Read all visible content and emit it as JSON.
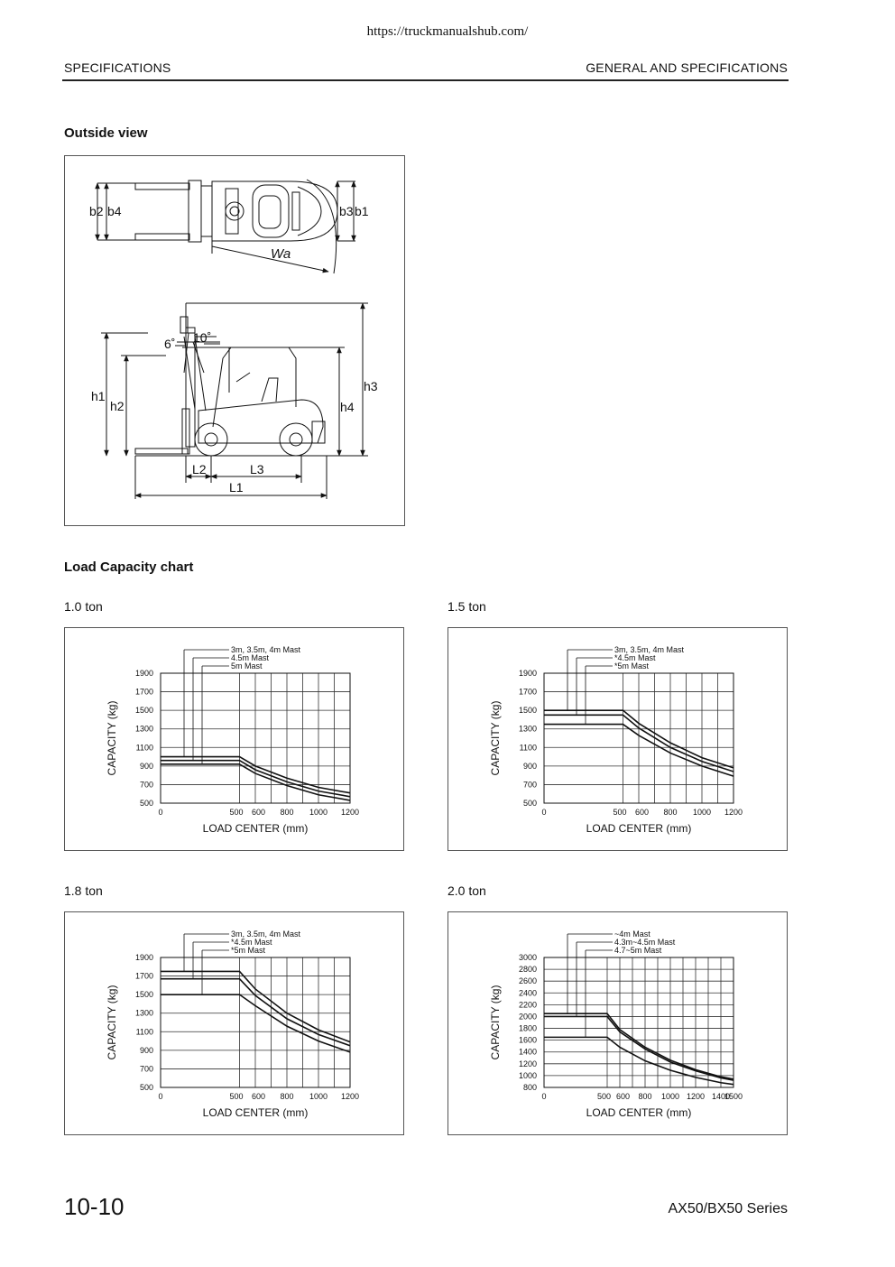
{
  "page": {
    "url": "https://truckmanualshub.com/",
    "header_left": "SPECIFICATIONS",
    "header_right": "GENERAL AND SPECIFICATIONS",
    "footer_page": "10-10",
    "footer_series": "AX50/BX50 Series"
  },
  "outside_view": {
    "title": "Outside view",
    "labels": {
      "b2": "b2",
      "b4": "b4",
      "b3": "b3",
      "b1": "b1",
      "wa": "Wa",
      "angle_front": "6˚",
      "angle_rear": "10˚",
      "h1": "h1",
      "h2": "h2",
      "h3": "h3",
      "h4": "h4",
      "L1": "L1",
      "L2": "L2",
      "L3": "L3"
    }
  },
  "load_capacity": {
    "title": "Load Capacity chart"
  },
  "colors": {
    "ink": "#111111",
    "grid": "#333333",
    "frame": "#555555"
  },
  "chart_data": [
    {
      "type": "line",
      "title": "1.0 ton",
      "xlabel": "LOAD CENTER (mm)",
      "ylabel": "CAPACITY (kg)",
      "xlim": [
        0,
        1200
      ],
      "ylim": [
        500,
        1900
      ],
      "x_ticks": [
        "0",
        "500",
        "600",
        "800",
        "1000",
        "1200"
      ],
      "y_ticks": [
        "1900",
        "1700",
        "1500",
        "1300",
        "1100",
        "900",
        "700",
        "500"
      ],
      "series": [
        {
          "name": "3m, 3.5m, 4m Mast",
          "x": [
            0,
            500,
            600,
            800,
            1000,
            1200
          ],
          "y": [
            1000,
            1000,
            900,
            770,
            670,
            610
          ]
        },
        {
          "name": "4.5m Mast",
          "x": [
            0,
            500,
            600,
            800,
            1000,
            1200
          ],
          "y": [
            960,
            960,
            860,
            730,
            630,
            570
          ]
        },
        {
          "name": "5m Mast",
          "x": [
            0,
            500,
            600,
            800,
            1000,
            1200
          ],
          "y": [
            920,
            920,
            820,
            690,
            590,
            530
          ]
        }
      ]
    },
    {
      "type": "line",
      "title": "1.5 ton",
      "xlabel": "LOAD CENTER (mm)",
      "ylabel": "CAPACITY (kg)",
      "xlim": [
        0,
        1200
      ],
      "ylim": [
        500,
        1900
      ],
      "x_ticks": [
        "0",
        "500",
        "600",
        "800",
        "1000",
        "1200"
      ],
      "y_ticks": [
        "1900",
        "1700",
        "1500",
        "1300",
        "1100",
        "900",
        "700",
        "500"
      ],
      "series": [
        {
          "name": "3m, 3.5m, 4m Mast",
          "x": [
            0,
            500,
            600,
            800,
            1000,
            1200
          ],
          "y": [
            1500,
            1500,
            1360,
            1150,
            990,
            880
          ]
        },
        {
          "name": "*4.5m Mast",
          "x": [
            0,
            500,
            600,
            800,
            1000,
            1200
          ],
          "y": [
            1450,
            1450,
            1310,
            1100,
            950,
            840
          ]
        },
        {
          "name": "*5m Mast",
          "x": [
            0,
            500,
            600,
            800,
            1000,
            1200
          ],
          "y": [
            1350,
            1350,
            1230,
            1040,
            900,
            790
          ]
        }
      ]
    },
    {
      "type": "line",
      "title": "1.8 ton",
      "xlabel": "LOAD CENTER (mm)",
      "ylabel": "CAPACITY (kg)",
      "xlim": [
        0,
        1200
      ],
      "ylim": [
        500,
        1900
      ],
      "x_ticks": [
        "0",
        "500",
        "600",
        "800",
        "1000",
        "1200"
      ],
      "y_ticks": [
        "1900",
        "1700",
        "1500",
        "1300",
        "1100",
        "900",
        "700",
        "500"
      ],
      "series": [
        {
          "name": "3m, 3.5m, 4m Mast",
          "x": [
            0,
            500,
            600,
            800,
            1000,
            1200
          ],
          "y": [
            1750,
            1750,
            1560,
            1300,
            1120,
            990
          ]
        },
        {
          "name": "*4.5m Mast",
          "x": [
            0,
            500,
            600,
            800,
            1000,
            1200
          ],
          "y": [
            1670,
            1670,
            1490,
            1240,
            1070,
            950
          ]
        },
        {
          "name": "*5m Mast",
          "x": [
            0,
            500,
            600,
            800,
            1000,
            1200
          ],
          "y": [
            1500,
            1500,
            1380,
            1160,
            1000,
            880
          ]
        }
      ]
    },
    {
      "type": "line",
      "title": "2.0 ton",
      "xlabel": "LOAD CENTER (mm)",
      "ylabel": "CAPACITY (kg)",
      "xlim": [
        0,
        1500
      ],
      "ylim": [
        800,
        3000
      ],
      "x_ticks": [
        "0",
        "500",
        "600",
        "800",
        "1000",
        "1200",
        "1400",
        "1500"
      ],
      "y_ticks": [
        "3000",
        "2800",
        "2600",
        "2400",
        "2200",
        "2000",
        "1800",
        "1600",
        "1400",
        "1200",
        "1000",
        "800"
      ],
      "series": [
        {
          "name": "~4m Mast",
          "x": [
            0,
            500,
            600,
            800,
            1000,
            1200,
            1400,
            1500
          ],
          "y": [
            2050,
            2050,
            1780,
            1480,
            1260,
            1100,
            980,
            940
          ]
        },
        {
          "name": "4.3m~4.5m Mast",
          "x": [
            0,
            500,
            600,
            800,
            1000,
            1200,
            1400,
            1500
          ],
          "y": [
            2000,
            2000,
            1740,
            1450,
            1230,
            1080,
            960,
            920
          ]
        },
        {
          "name": "4.7~5m Mast",
          "x": [
            0,
            500,
            600,
            800,
            1000,
            1200,
            1400,
            1500
          ],
          "y": [
            1650,
            1650,
            1480,
            1250,
            1090,
            970,
            880,
            850
          ]
        }
      ]
    }
  ]
}
